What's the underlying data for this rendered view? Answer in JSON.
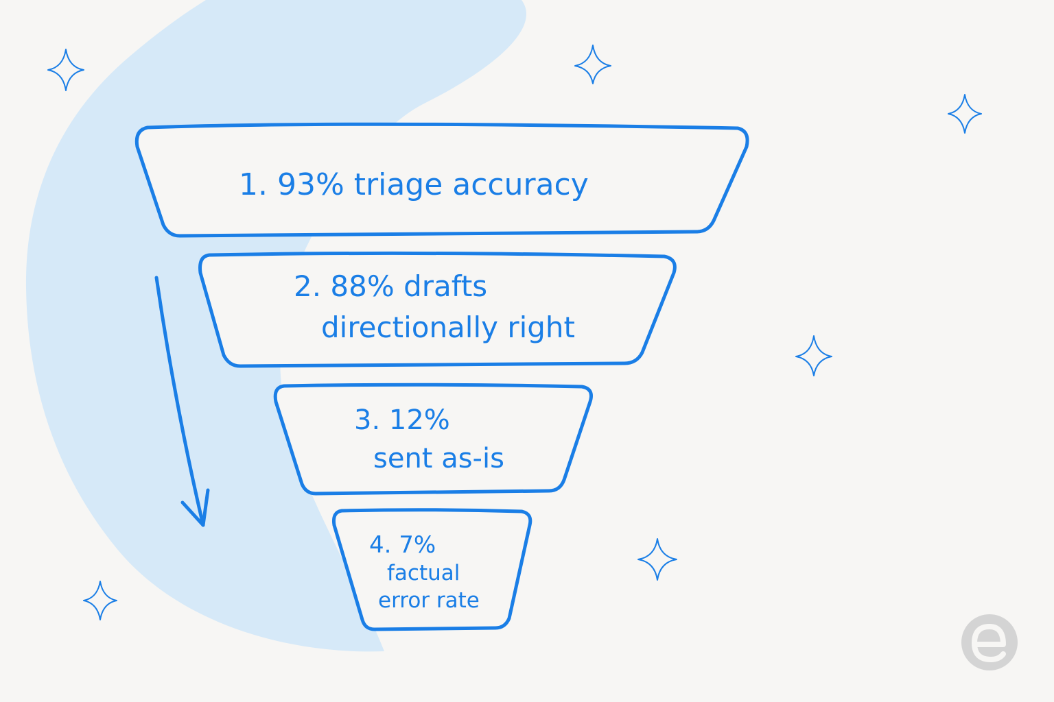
{
  "funnel": {
    "stages": [
      {
        "lines": [
          "1. 93% triage accuracy"
        ]
      },
      {
        "lines": [
          "2. 88% drafts",
          "directionally right"
        ]
      },
      {
        "lines": [
          "3. 12%",
          "sent as-is"
        ]
      },
      {
        "lines": [
          "4. 7%",
          "factual",
          "error rate"
        ]
      }
    ]
  },
  "colors": {
    "background": "#f7f6f4",
    "blob": "#d6e9f8",
    "accent": "#1a7ee6",
    "logo": "#d4d4d4"
  },
  "icons": {
    "sparkle": "sparkle-icon",
    "arrow": "arrow-down-icon",
    "logo": "e-logo-icon"
  }
}
